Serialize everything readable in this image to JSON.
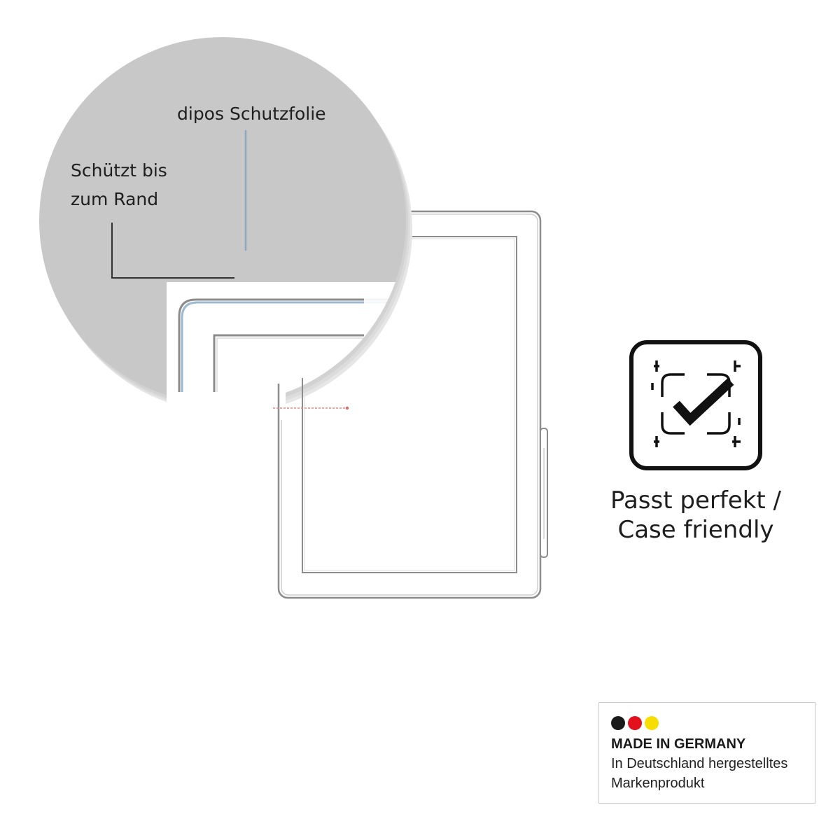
{
  "callouts": {
    "film_label": "dipos Schutzfolie",
    "edge_label_line1": "Schützt bis",
    "edge_label_line2": "zum Rand"
  },
  "feature": {
    "icon": "checkmark-frame-icon",
    "line1": "Passt perfekt /",
    "line2": "Case friendly"
  },
  "made_in_germany": {
    "flag_colors": [
      "#1a1a1a",
      "#e2111b",
      "#f6de00"
    ],
    "title": "MADE IN GERMANY",
    "line1": "In Deutschland hergestelltes",
    "line2": "Markenprodukt"
  },
  "colors": {
    "magnifier_gray": "#c8c8c8",
    "film_blue": "#9bbad0",
    "device_outline": "#8c8c8c"
  }
}
